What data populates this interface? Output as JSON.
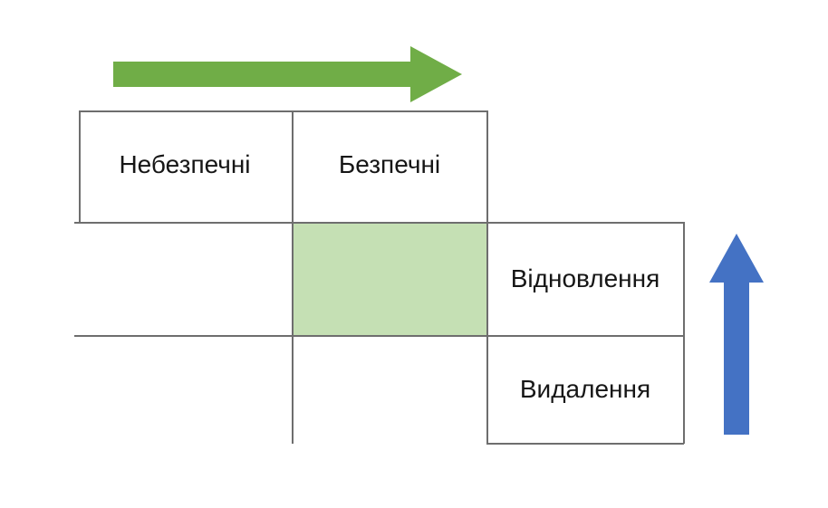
{
  "diagram": {
    "top_row": {
      "cells": [
        {
          "label": "Небезпечні"
        },
        {
          "label": "Безпечні"
        }
      ]
    },
    "right_column": {
      "cells": [
        {
          "label": "Відновлення"
        },
        {
          "label": "Видалення"
        }
      ]
    },
    "arrows": {
      "horizontal_icon": "arrow-right-icon",
      "vertical_icon": "arrow-up-icon"
    },
    "colors": {
      "arrow_horizontal": "#70ad47",
      "arrow_vertical": "#4472c4",
      "highlight_cell": "#c5e0b4",
      "grid_line": "#6e6e6e"
    }
  }
}
